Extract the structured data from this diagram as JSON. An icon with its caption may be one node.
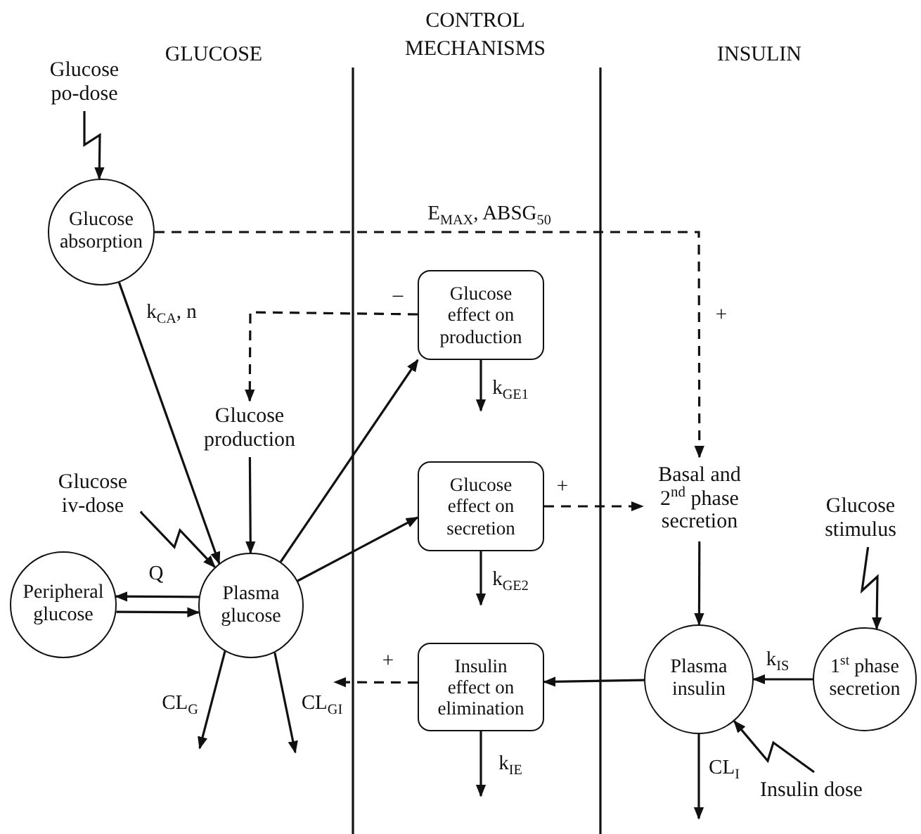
{
  "diagram": {
    "nodes": [
      {
        "text": [
          "Glucose po-dose"
        ]
      },
      {
        "text": [
          "Glucose absorption"
        ]
      },
      {
        "text": [
          "Glucose production"
        ]
      },
      {
        "text": [
          "Glucose iv-dose"
        ]
      },
      {
        "text": [
          "Peripheral glucose"
        ]
      },
      {
        "text": [
          "Plasma glucose"
        ]
      },
      {
        "text": [
          "Glucose effect on production"
        ]
      },
      {
        "text": [
          "Glucose effect on secretion"
        ]
      },
      {
        "text": [
          "Insulin effect on elimination"
        ]
      },
      {
        "text": [
          "Basal and 2$^{nd}$ phase secretion"
        ]
      },
      {
        "text": [
          "Glucose stimulus"
        ]
      },
      {
        "text": [
          "Plasma insulin"
        ]
      },
      {
        "text": [
          "1$^{st}$ phase secretion"
        ]
      },
      {
        "text": [
          "Insulin dose"
        ]
      }
    ],
    "edges": [
      {
        "from": 0,
        "to": 1,
        "arrow": "to"
      },
      {
        "from": 1,
        "to": 9,
        "arrow": "to",
        "style": "dashed",
        "label": "E$_{MAX}$, ABSG$_{50}$"
      },
      {
        "from": 1,
        "to": 5,
        "arrow": "to",
        "label": "k$_{CA}$, n"
      },
      {
        "from": 6,
        "to": 2,
        "arrow": "to",
        "style": "dashed",
        "label": "–"
      },
      {
        "from": 2,
        "to": 5,
        "arrow": "to"
      },
      {
        "from": 3,
        "to": 5,
        "arrow": "to"
      },
      {
        "from": 5,
        "to": 4,
        "arrow": "to",
        "label": "Q"
      },
      {
        "from": 4,
        "to": 5,
        "arrow": "to"
      },
      {
        "from": 5,
        "to": 6,
        "arrow": "to"
      },
      {
        "from": 5,
        "to": 7,
        "arrow": "to"
      },
      {
        "from": 5,
        "to": null,
        "arrow": "to",
        "label": "CL$_{G}$"
      },
      {
        "from": 5,
        "to": null,
        "arrow": "to",
        "label": "CL$_{GI}$"
      },
      {
        "from": 6,
        "to": null,
        "arrow": "to",
        "label": "k$_{GE1}$"
      },
      {
        "from": 7,
        "to": 9,
        "arrow": "to",
        "style": "dashed",
        "label": "+"
      },
      {
        "from": 7,
        "to": null,
        "arrow": "to",
        "label": "k$_{GE2}$"
      },
      {
        "from": 8,
        "to": null,
        "arrow": "to",
        "style": "dashed",
        "label": "+"
      },
      {
        "from": 8,
        "to": null,
        "arrow": "to",
        "label": "k$_{IE}$"
      },
      {
        "from": 11,
        "to": 8,
        "arrow": "to"
      },
      {
        "from": 9,
        "to": 11,
        "arrow": "to"
      },
      {
        "from": 12,
        "to": 11,
        "arrow": "to",
        "label": "k$_{IS}$"
      },
      {
        "from": 10,
        "to": 12,
        "arrow": "to"
      },
      {
        "from": 13,
        "to": 11,
        "arrow": "to"
      },
      {
        "from": 11,
        "to": null,
        "arrow": "to",
        "label": "CL$_{I}$"
      }
    ],
    "labels": [
      "CONTROL MECHANISMS",
      "GLUCOSE",
      "INSULIN",
      "+"
    ]
  }
}
